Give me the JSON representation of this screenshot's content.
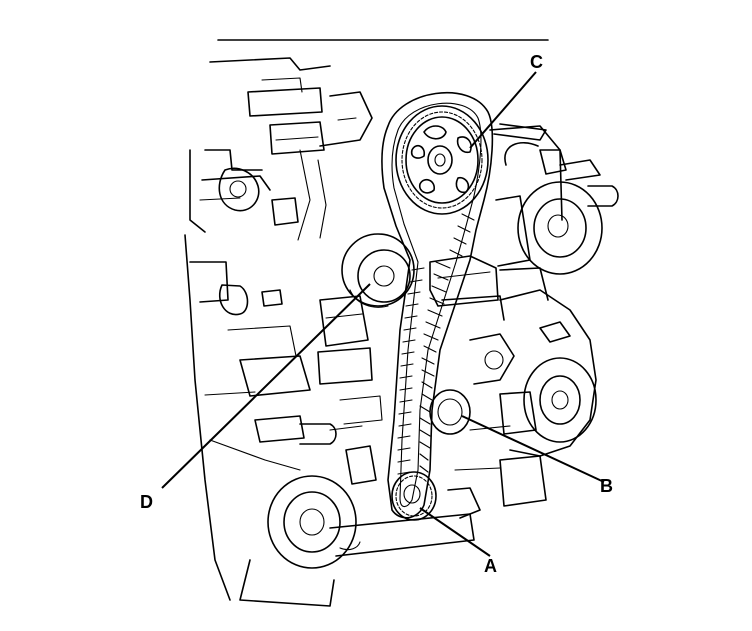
{
  "diagram": {
    "labels": {
      "a": "A",
      "b": "B",
      "c": "C",
      "d": "D"
    },
    "colors": {
      "ink": "#000000",
      "paper": "#ffffff"
    }
  }
}
